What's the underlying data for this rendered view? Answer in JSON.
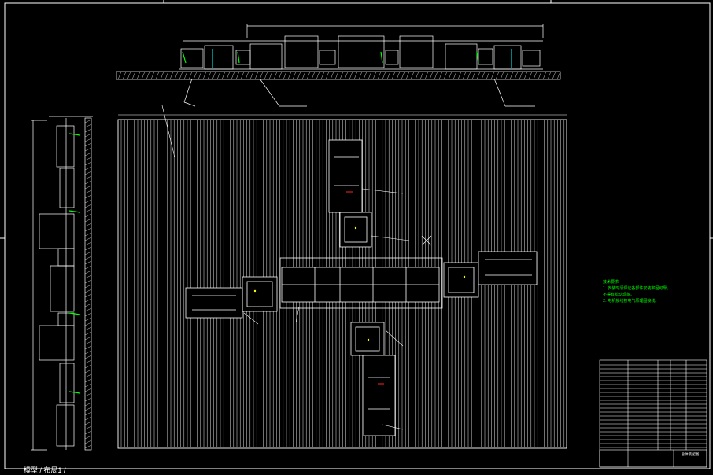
{
  "drawing": {
    "colors": {
      "background": "#000000",
      "line": "#ffffff",
      "accent_green": "#00ff00",
      "accent_cyan": "#00ffff",
      "accent_red": "#ff2222",
      "accent_yellow": "#ffff00"
    }
  },
  "notes": {
    "title": "技术要求",
    "lines": [
      "1. 安装时须保证各部件安装牢固可靠。",
      "   不得有松动现象。",
      "2. 电机接线按电气原理图接线。"
    ]
  },
  "title_block": {
    "drawing_title": "总体装配图"
  },
  "bottom_text": "模型 / 布局1 /"
}
